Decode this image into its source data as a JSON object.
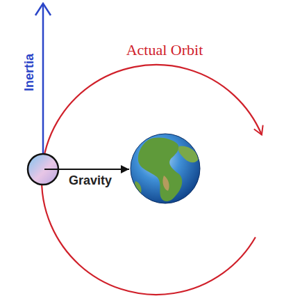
{
  "diagram": {
    "labels": [
      "Actual Orbit",
      "Inertia",
      "Gravity"
    ]
  }
}
